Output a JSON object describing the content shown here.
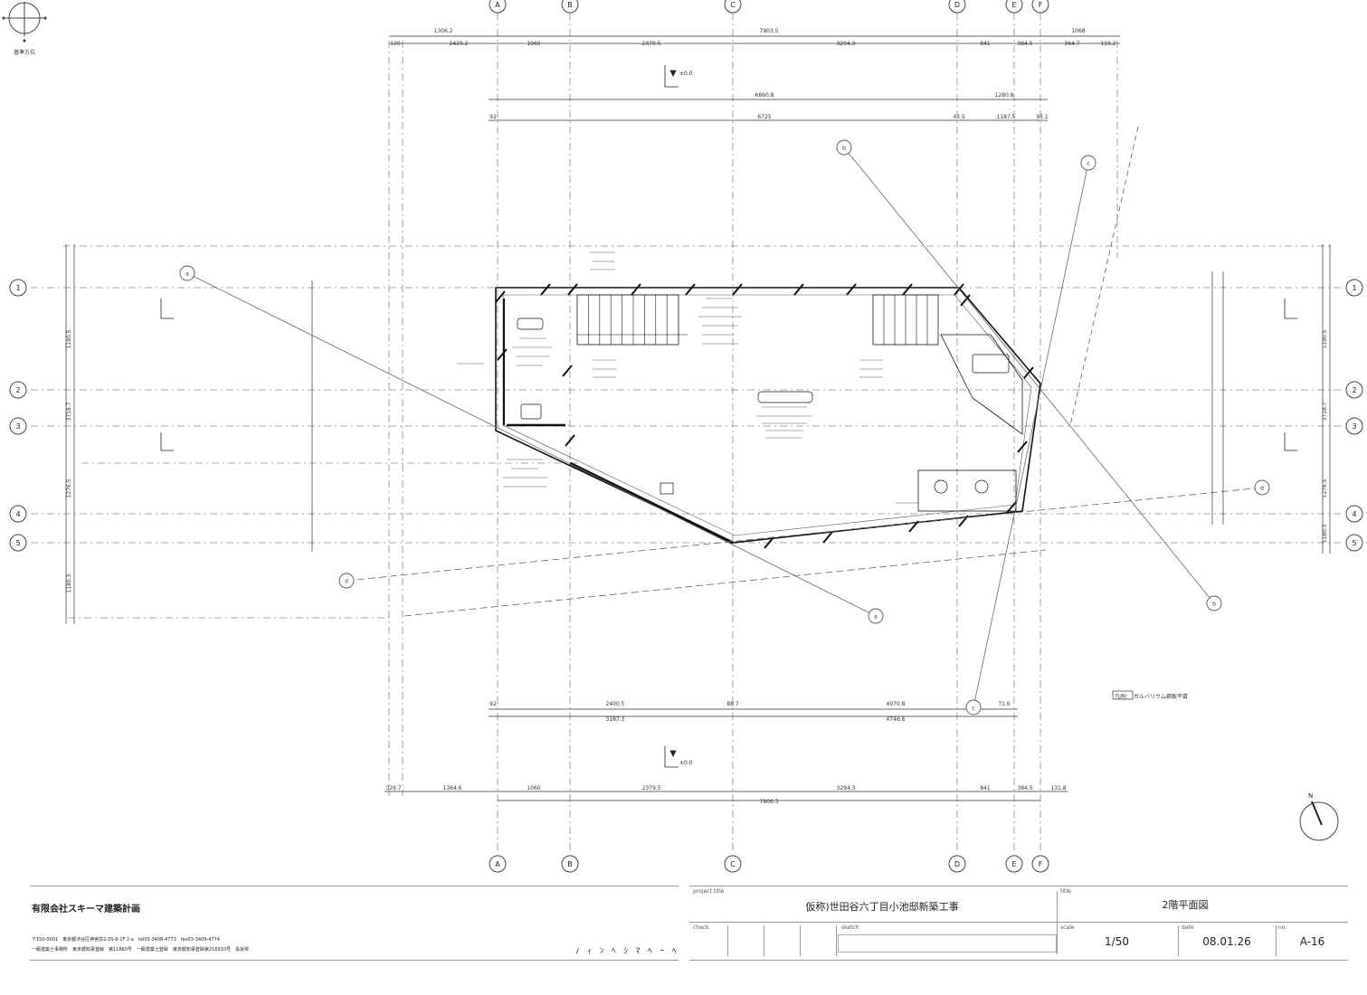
{
  "grid": {
    "columns": [
      "A",
      "B",
      "C",
      "D",
      "E",
      "F"
    ],
    "rows": [
      "1",
      "2",
      "3",
      "4",
      "5"
    ]
  },
  "dimensions": {
    "top_overall": [
      "1306.2",
      "7903.5",
      "1068"
    ],
    "top_detail": [
      "120",
      "1425.2",
      "1060",
      "2379.5",
      "3294.3",
      "841",
      "384.5",
      "364.7",
      "103.2"
    ],
    "inner_top_overall": [
      "6860.8",
      "1280.8"
    ],
    "inner_top_detail": [
      "92",
      "6725",
      "43.5",
      "1187.5",
      "93.1"
    ],
    "bottom_inner_detail": [
      "92",
      "2400.5",
      "88.7",
      "4070.8",
      "71.6"
    ],
    "bottom_inner_overall": [
      "3187.3",
      "4746.6"
    ],
    "bottom_detail": [
      "329.7",
      "1364.6",
      "1060",
      "2379.5",
      "3294.3",
      "841",
      "384.5",
      "131.8"
    ],
    "bottom_overall": [
      "7906.3"
    ],
    "left_vertical": [
      "1190.5",
      "3718.7",
      "1276.5",
      "1180.3"
    ],
    "right_vertical": [
      "1190.5",
      "3718.7",
      "1276.5",
      "1180.3"
    ]
  },
  "markers": {
    "elevation_refs": [
      "a",
      "b",
      "c",
      "d"
    ],
    "level_top": "±0.0",
    "level_bottom": "±0.0"
  },
  "note": "凡例：　ガルバリウム鋼板平葺",
  "north_label": "N",
  "compass_label": "基準方位",
  "title_block": {
    "office_name": "有限会社スキーマ建築計画",
    "address_line": "〒150-0001　東京都渋谷区神宮前2-35-8-1F 2-a　tel03-3408-4773　fax03-3409-4774",
    "license_line": "一級建築士事務所　東京都知事登録　第11860号　一級建築士登録　東京都知事登録第216910号　長坂常",
    "project_info_label": "project title",
    "project_title": "仮称)世田谷六丁目小池邸新築工事",
    "title_label": "title",
    "sheet_title": "2階平面図",
    "check_label": "check",
    "sketch_label": "sketch",
    "scale_label": "scale",
    "scale": "1/50",
    "date_label": "date",
    "date": "08.01.26",
    "no_label": "no.",
    "sheet_number": "A-16"
  }
}
